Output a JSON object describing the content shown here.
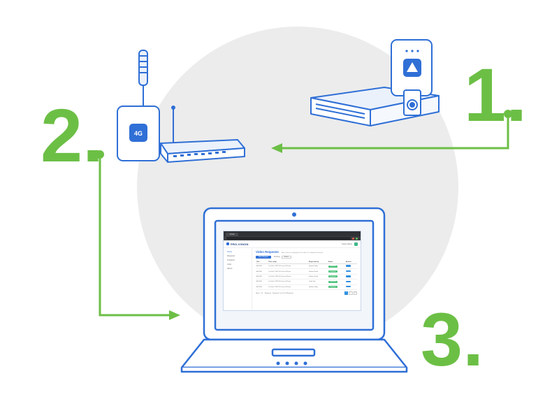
{
  "steps": {
    "one": "1.",
    "two": "2.",
    "three": "3."
  },
  "colors": {
    "accent_green": "#6cbf45",
    "device_blue": "#2f6fd6",
    "background_circle": "#ececec"
  },
  "router": {
    "badge": "4G"
  },
  "screen": {
    "browser_tab": "Portal",
    "address": "",
    "brand": "PRO-VISION",
    "user": "Super Admin",
    "sidebar": [
      {
        "label": "Home"
      },
      {
        "label": "Requests"
      },
      {
        "label": "Transfers"
      },
      {
        "label": "Units"
      },
      {
        "label": "Admin"
      }
    ],
    "page_title": "Video Requests",
    "page_subtitle": "Note: times are displayed in the device's configured timezone.",
    "new_request": "New Request",
    "filter_label": "Showing",
    "filter_value": "Select",
    "table": {
      "headers": [
        "Unit",
        "Time range",
        "Requested by",
        "Status",
        "Actions"
      ],
      "rows": [
        [
          "ALV0901",
          "Tue Feb 1 2022 8:01 am to 8:05 pm",
          "Heather Dolby",
          "Completed"
        ],
        [
          "ALV0901",
          "Tue Feb 1 2022 8:01 am to 8:05 pm",
          "Kathrine Smith",
          "Completed"
        ],
        [
          "ALV0901",
          "Tue Feb 1 2022 8:01 am to 8:05 pm",
          "Kathrine Smith",
          "Completed"
        ],
        [
          "ALV0901",
          "Tue Feb 1 2022 8:01 am to 8:05 pm",
          "Leslie Fritz",
          "Completed"
        ],
        [
          "ALV0901",
          "Tue Feb 1 2022 8:01 am to 8:05 pm",
          "Heather Dolby",
          "Completed"
        ]
      ]
    },
    "pager": {
      "rows_label": "Show",
      "rows_value": "10",
      "summary": "Requests - Showing 1 to 10 of 5 Requests",
      "pages": [
        "1",
        "2",
        "3"
      ]
    }
  }
}
